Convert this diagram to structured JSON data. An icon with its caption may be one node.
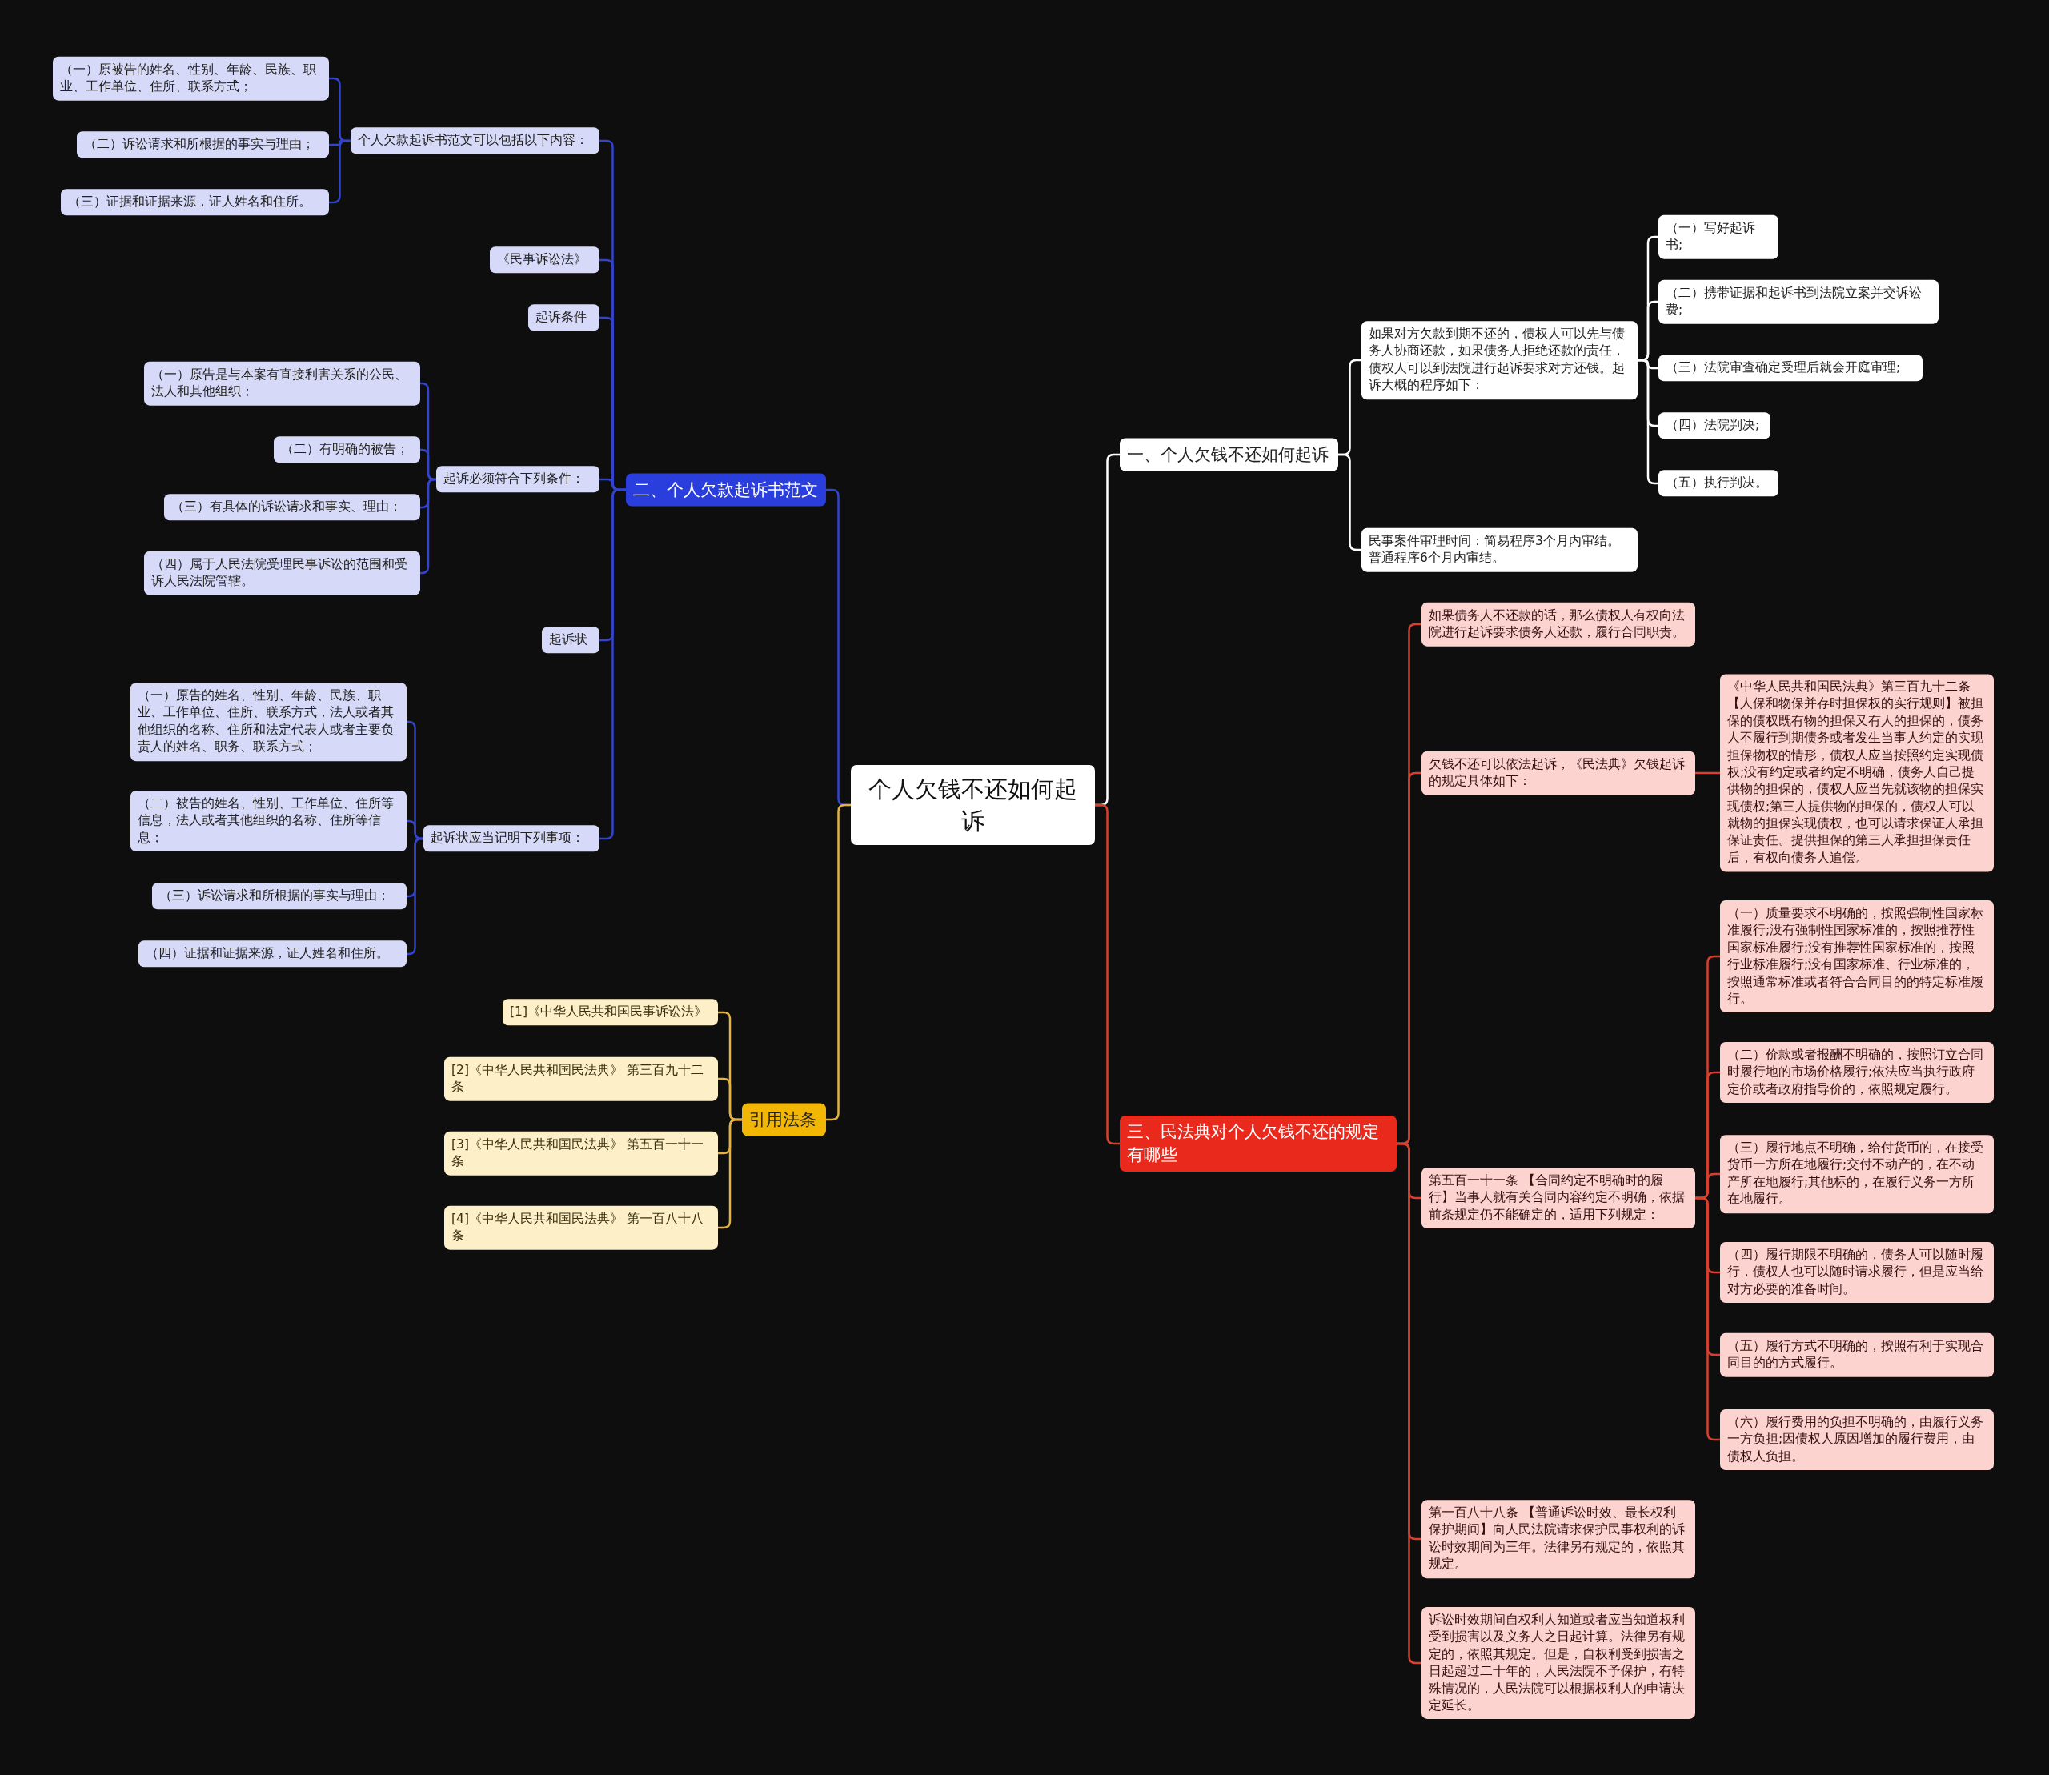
{
  "diagram": {
    "nodes": [
      {
        "text": [
          "个人欠钱不还如何起诉"
        ]
      },
      {
        "text": [
          "一、个人欠钱不还如何起诉"
        ]
      },
      {
        "text": [
          "如果对方欠款到期不还的，债权人可以先与债务人协商还款，如果债务人拒绝还款的责任，债权人可以到法院进行起诉要求对方还钱。起诉大概的程序如下："
        ]
      },
      {
        "text": [
          "（一）写好起诉书;"
        ]
      },
      {
        "text": [
          "（二）携带证据和起诉书到法院立案并交诉讼费;"
        ]
      },
      {
        "text": [
          "（三）法院审查确定受理后就会开庭审理;"
        ]
      },
      {
        "text": [
          "（四）法院判决;"
        ]
      },
      {
        "text": [
          "（五）执行判决。"
        ]
      },
      {
        "text": [
          "民事案件审理时间：简易程序3个月内审结。普通程序6个月内审结。"
        ]
      },
      {
        "text": [
          "二、个人欠款起诉书范文"
        ]
      },
      {
        "text": [
          "个人欠款起诉书范文可以包括以下内容："
        ]
      },
      {
        "text": [
          "（一）原被告的姓名、性别、年龄、民族、职业、工作单位、住所、联系方式；"
        ]
      },
      {
        "text": [
          "（二）诉讼请求和所根据的事实与理由；"
        ]
      },
      {
        "text": [
          "（三）证据和证据来源，证人姓名和住所。"
        ]
      },
      {
        "text": [
          "《民事诉讼法》"
        ]
      },
      {
        "text": [
          "起诉条件"
        ]
      },
      {
        "text": [
          "起诉必须符合下列条件："
        ]
      },
      {
        "text": [
          "（一）原告是与本案有直接利害关系的公民、法人和其他组织；"
        ]
      },
      {
        "text": [
          "（二）有明确的被告；"
        ]
      },
      {
        "text": [
          "（三）有具体的诉讼请求和事实、理由；"
        ]
      },
      {
        "text": [
          "（四）属于人民法院受理民事诉讼的范围和受诉人民法院管辖。"
        ]
      },
      {
        "text": [
          "起诉状"
        ]
      },
      {
        "text": [
          "起诉状应当记明下列事项："
        ]
      },
      {
        "text": [
          "（一）原告的姓名、性别、年龄、民族、职业、工作单位、住所、联系方式，法人或者其他组织的名称、住所和法定代表人或者主要负责人的姓名、职务、联系方式；"
        ]
      },
      {
        "text": [
          "（二）被告的姓名、性别、工作单位、住所等信息，法人或者其他组织的名称、住所等信息；"
        ]
      },
      {
        "text": [
          "（三）诉讼请求和所根据的事实与理由；"
        ]
      },
      {
        "text": [
          "（四）证据和证据来源，证人姓名和住所。"
        ]
      },
      {
        "text": [
          "引用法条"
        ]
      },
      {
        "text": [
          "[1]《中华人民共和国民事诉讼法》"
        ]
      },
      {
        "text": [
          "[2]《中华人民共和国民法典》 第三百九十二条"
        ]
      },
      {
        "text": [
          "[3]《中华人民共和国民法典》 第五百一十一条"
        ]
      },
      {
        "text": [
          "[4]《中华人民共和国民法典》 第一百八十八条"
        ]
      },
      {
        "text": [
          "三、民法典对个人欠钱不还的规定有哪些"
        ]
      },
      {
        "text": [
          "如果债务人不还款的话，那么债权人有权向法院进行起诉要求债务人还款，履行合同职责。"
        ]
      },
      {
        "text": [
          "欠钱不还可以依法起诉，《民法典》欠钱起诉的规定具体如下："
        ]
      },
      {
        "text": [
          "《中华人民共和国民法典》第三百九十二条【人保和物保并存时担保权的实行规则】被担保的债权既有物的担保又有人的担保的，债务人不履行到期债务或者发生当事人约定的实现担保物权的情形，债权人应当按照约定实现债权;没有约定或者约定不明确，债务人自己提供物的担保的，债权人应当先就该物的担保实现债权;第三人提供物的担保的，债权人可以就物的担保实现债权，也可以请求保证人承担保证责任。提供担保的第三人承担担保责任后，有权向债务人追偿。"
        ]
      },
      {
        "text": [
          "第五百一十一条 【合同约定不明确时的履行】当事人就有关合同内容约定不明确，依据前条规定仍不能确定的，适用下列规定："
        ]
      },
      {
        "text": [
          "（一）质量要求不明确的，按照强制性国家标准履行;没有强制性国家标准的，按照推荐性国家标准履行;没有推荐性国家标准的，按照行业标准履行;没有国家标准、行业标准的，按照通常标准或者符合合同目的的特定标准履行。"
        ]
      },
      {
        "text": [
          "（二）价款或者报酬不明确的，按照订立合同时履行地的市场价格履行;依法应当执行政府定价或者政府指导价的，依照规定履行。"
        ]
      },
      {
        "text": [
          "（三）履行地点不明确，给付货币的，在接受货币一方所在地履行;交付不动产的，在不动产所在地履行;其他标的，在履行义务一方所在地履行。"
        ]
      },
      {
        "text": [
          "（四）履行期限不明确的，债务人可以随时履行，债权人也可以随时请求履行，但是应当给对方必要的准备时间。"
        ]
      },
      {
        "text": [
          "（五）履行方式不明确的，按照有利于实现合同目的的方式履行。"
        ]
      },
      {
        "text": [
          "（六）履行费用的负担不明确的，由履行义务一方负担;因债权人原因增加的履行费用，由债权人负担。"
        ]
      },
      {
        "text": [
          "第一百八十八条 【普通诉讼时效、最长权利保护期间】向人民法院请求保护民事权利的诉讼时效期间为三年。法律另有规定的，依照其规定。"
        ]
      },
      {
        "text": [
          "诉讼时效期间自权利人知道或者应当知道权利受到损害以及义务人之日起计算。法律另有规定的，依照其规定。但是，自权利受到损害之日起超过二十年的，人民法院不予保护，有特殊情况的，人民法院可以根据权利人的申请决定延长。"
        ]
      }
    ],
    "edges": [
      {
        "from": 0,
        "to": 1,
        "arrow": "none",
        "color": "#ffffff"
      },
      {
        "from": 1,
        "to": 2,
        "arrow": "none",
        "color": "#ffffff"
      },
      {
        "from": 2,
        "to": 3,
        "arrow": "none",
        "color": "#ffffff"
      },
      {
        "from": 2,
        "to": 4,
        "arrow": "none",
        "color": "#ffffff"
      },
      {
        "from": 2,
        "to": 5,
        "arrow": "none",
        "color": "#ffffff"
      },
      {
        "from": 2,
        "to": 6,
        "arrow": "none",
        "color": "#ffffff"
      },
      {
        "from": 2,
        "to": 7,
        "arrow": "none",
        "color": "#ffffff"
      },
      {
        "from": 1,
        "to": 8,
        "arrow": "none",
        "color": "#ffffff"
      },
      {
        "from": 0,
        "to": 9,
        "arrow": "none"
      },
      {
        "from": 9,
        "to": 10,
        "arrow": "none"
      },
      {
        "from": 10,
        "to": 11,
        "arrow": "none"
      },
      {
        "from": 10,
        "to": 12,
        "arrow": "none"
      },
      {
        "from": 10,
        "to": 13,
        "arrow": "none"
      },
      {
        "from": 9,
        "to": 14,
        "arrow": "none"
      },
      {
        "from": 9,
        "to": 15,
        "arrow": "none"
      },
      {
        "from": 9,
        "to": 16,
        "arrow": "none"
      },
      {
        "from": 16,
        "to": 17,
        "arrow": "none"
      },
      {
        "from": 16,
        "to": 18,
        "arrow": "none"
      },
      {
        "from": 16,
        "to": 19,
        "arrow": "none"
      },
      {
        "from": 16,
        "to": 20,
        "arrow": "none"
      },
      {
        "from": 9,
        "to": 21,
        "arrow": "none"
      },
      {
        "from": 9,
        "to": 22,
        "arrow": "none"
      },
      {
        "from": 22,
        "to": 23,
        "arrow": "none"
      },
      {
        "from": 22,
        "to": 24,
        "arrow": "none"
      },
      {
        "from": 22,
        "to": 25,
        "arrow": "none"
      },
      {
        "from": 22,
        "to": 26,
        "arrow": "none"
      },
      {
        "from": 0,
        "to": 27,
        "arrow": "none",
        "color": "#e3b341"
      },
      {
        "from": 27,
        "to": 28,
        "arrow": "none",
        "color": "#e3b341"
      },
      {
        "from": 27,
        "to": 29,
        "arrow": "none",
        "color": "#e3b341"
      },
      {
        "from": 27,
        "to": 30,
        "arrow": "none",
        "color": "#e3b341"
      },
      {
        "from": 27,
        "to": 31,
        "arrow": "none",
        "color": "#e3b341"
      },
      {
        "from": 0,
        "to": 32,
        "arrow": "none",
        "color": "#d8402f"
      },
      {
        "from": 32,
        "to": 33,
        "arrow": "none",
        "color": "#d8402f"
      },
      {
        "from": 32,
        "to": 34,
        "arrow": "none",
        "color": "#d8402f"
      },
      {
        "from": 34,
        "to": 35,
        "arrow": "none",
        "color": "#d8402f"
      },
      {
        "from": 32,
        "to": 36,
        "arrow": "none",
        "color": "#d8402f"
      },
      {
        "from": 36,
        "to": 37,
        "arrow": "none",
        "color": "#d8402f"
      },
      {
        "from": 36,
        "to": 38,
        "arrow": "none",
        "color": "#d8402f"
      },
      {
        "from": 36,
        "to": 39,
        "arrow": "none",
        "color": "#d8402f"
      },
      {
        "from": 36,
        "to": 40,
        "arrow": "none",
        "color": "#d8402f"
      },
      {
        "from": 36,
        "to": 41,
        "arrow": "none",
        "color": "#d8402f"
      },
      {
        "from": 36,
        "to": 42,
        "arrow": "none",
        "color": "#d8402f"
      },
      {
        "from": 32,
        "to": 43,
        "arrow": "none",
        "color": "#d8402f"
      },
      {
        "from": 32,
        "to": 44,
        "arrow": "none",
        "color": "#d8402f"
      }
    ]
  }
}
